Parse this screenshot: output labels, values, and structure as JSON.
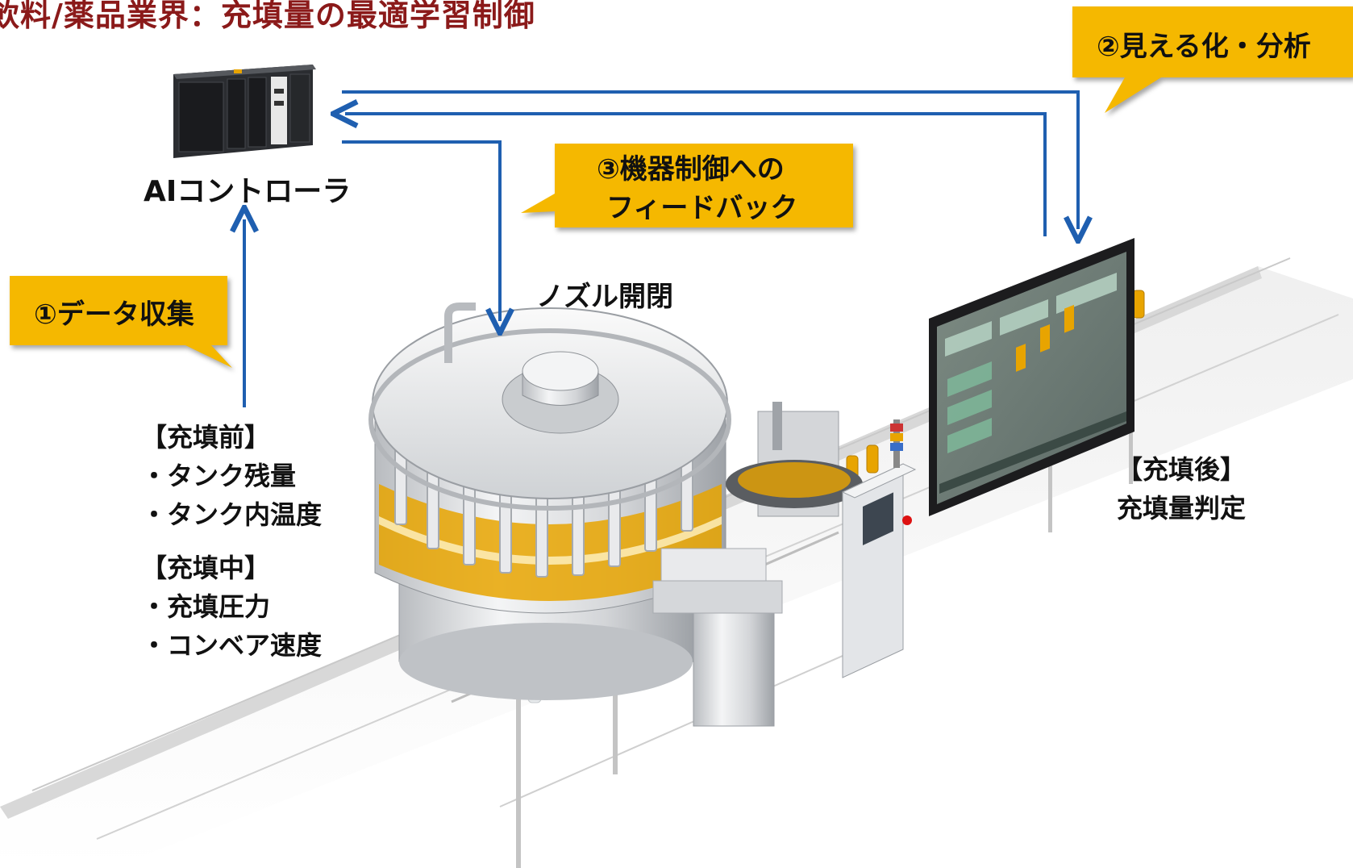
{
  "title": "飲料/薬品業界：充填量の最適学習制御",
  "controller_label": "AIコントローラ",
  "callouts": {
    "data_collection": "①データ収集",
    "visualization": "②見える化・分析",
    "feedback_line1": "③機器制御への",
    "feedback_line2": "フィードバック"
  },
  "nozzle_label": "ノズル開閉",
  "before_fill": {
    "heading": "【充填前】",
    "items": [
      "・タンク残量",
      "・タンク内温度"
    ]
  },
  "during_fill": {
    "heading": "【充填中】",
    "items": [
      "・充填圧力",
      "・コンベア速度"
    ]
  },
  "after_fill": {
    "heading": "【充填後】",
    "item": "充填量判定"
  },
  "colors": {
    "title": "#8b1a1a",
    "callout": "#f5b800",
    "arrow": "#1f5fb0",
    "liquid": "#e8a400"
  }
}
